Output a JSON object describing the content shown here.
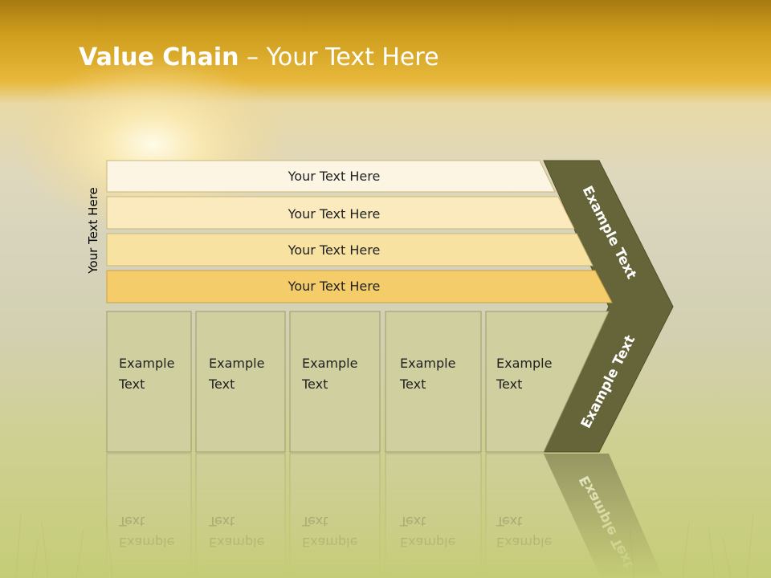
{
  "slide": {
    "title_bold": "Value Chain",
    "title_rest": " – Your Text Here",
    "side_label": "Your Text Here"
  },
  "bars": [
    {
      "label": "Your Text Here",
      "fill": "#fcf5e3"
    },
    {
      "label": "Your Text Here",
      "fill": "#faeabd"
    },
    {
      "label": "Your Text Here",
      "fill": "#f7e2a2"
    },
    {
      "label": "Your Text Here",
      "fill": "#f4cc6a"
    }
  ],
  "boxes": [
    {
      "line1": "Example",
      "line2": "Text"
    },
    {
      "line1": "Example",
      "line2": "Text"
    },
    {
      "line1": "Example",
      "line2": "Text"
    },
    {
      "line1": "Example",
      "line2": "Text"
    },
    {
      "line1": "Example",
      "line2": "Text"
    }
  ],
  "chevron": {
    "top_label": "Example Text",
    "bottom_label": "Example Text",
    "fill": "#66653a"
  },
  "colors": {
    "header_gold": "#d6a623",
    "box_fill": "#cfcf9f",
    "box_stroke": "#9c9b70"
  }
}
